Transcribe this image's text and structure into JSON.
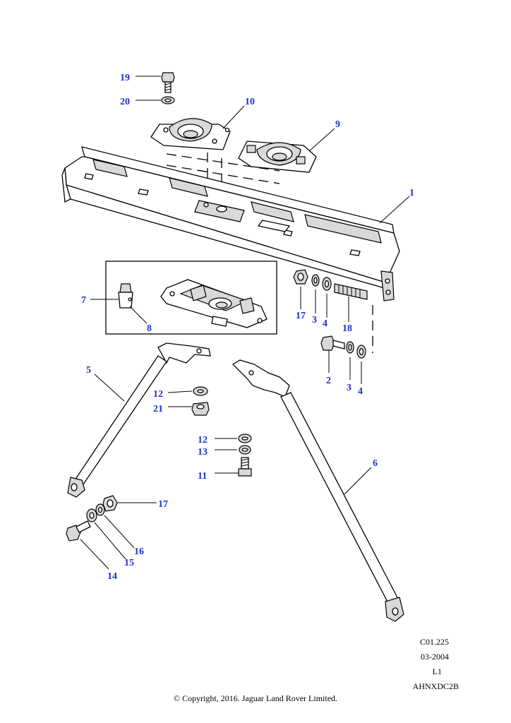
{
  "callouts": [
    {
      "id": "c1",
      "label": "1"
    },
    {
      "id": "c2",
      "label": "2"
    },
    {
      "id": "c3a",
      "label": "3"
    },
    {
      "id": "c3b",
      "label": "3"
    },
    {
      "id": "c4a",
      "label": "4"
    },
    {
      "id": "c4b",
      "label": "4"
    },
    {
      "id": "c5",
      "label": "5"
    },
    {
      "id": "c6",
      "label": "6"
    },
    {
      "id": "c7",
      "label": "7"
    },
    {
      "id": "c8",
      "label": "8"
    },
    {
      "id": "c9",
      "label": "9"
    },
    {
      "id": "c10",
      "label": "10"
    },
    {
      "id": "c11",
      "label": "11"
    },
    {
      "id": "c12a",
      "label": "12"
    },
    {
      "id": "c12b",
      "label": "12"
    },
    {
      "id": "c13",
      "label": "13"
    },
    {
      "id": "c14",
      "label": "14"
    },
    {
      "id": "c15",
      "label": "15"
    },
    {
      "id": "c16",
      "label": "16"
    },
    {
      "id": "c17a",
      "label": "17"
    },
    {
      "id": "c17b",
      "label": "17"
    },
    {
      "id": "c18",
      "label": "18"
    },
    {
      "id": "c19",
      "label": "19"
    },
    {
      "id": "c20",
      "label": "20"
    },
    {
      "id": "c21",
      "label": "21"
    }
  ],
  "meta": {
    "ref": "C01.225",
    "date": "03-2004",
    "level": "L1",
    "code": "AHNXDC2B",
    "copyright": "© Copyright, 2016. Jaguar Land Rover Limited."
  }
}
